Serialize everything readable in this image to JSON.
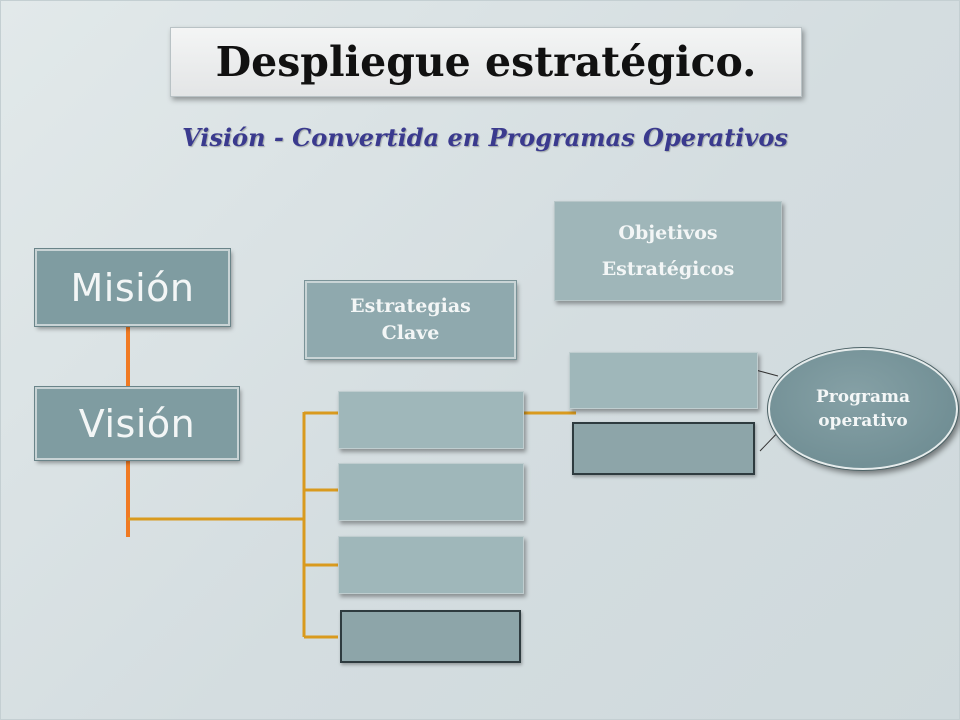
{
  "title": "Despliegue estratégico.",
  "subtitle": "Visión - Convertida en Programas Operativos",
  "boxes": {
    "mision": "Misión",
    "vision": "Visión",
    "estrategias_clave": "Estrategias Clave",
    "objetivos_estrategicos_line1": "Objetivos",
    "objetivos_estrategicos_line2": "Estratégicos",
    "programa_operativo_line1": "Programa",
    "programa_operativo_line2": "operativo"
  },
  "colors": {
    "background": "#d6dfe1",
    "box_fill": "#7f9ca1",
    "connector_orange": "#f07a23",
    "connector_gold": "#d99a1e",
    "subtitle_text": "#3a3a8e"
  }
}
